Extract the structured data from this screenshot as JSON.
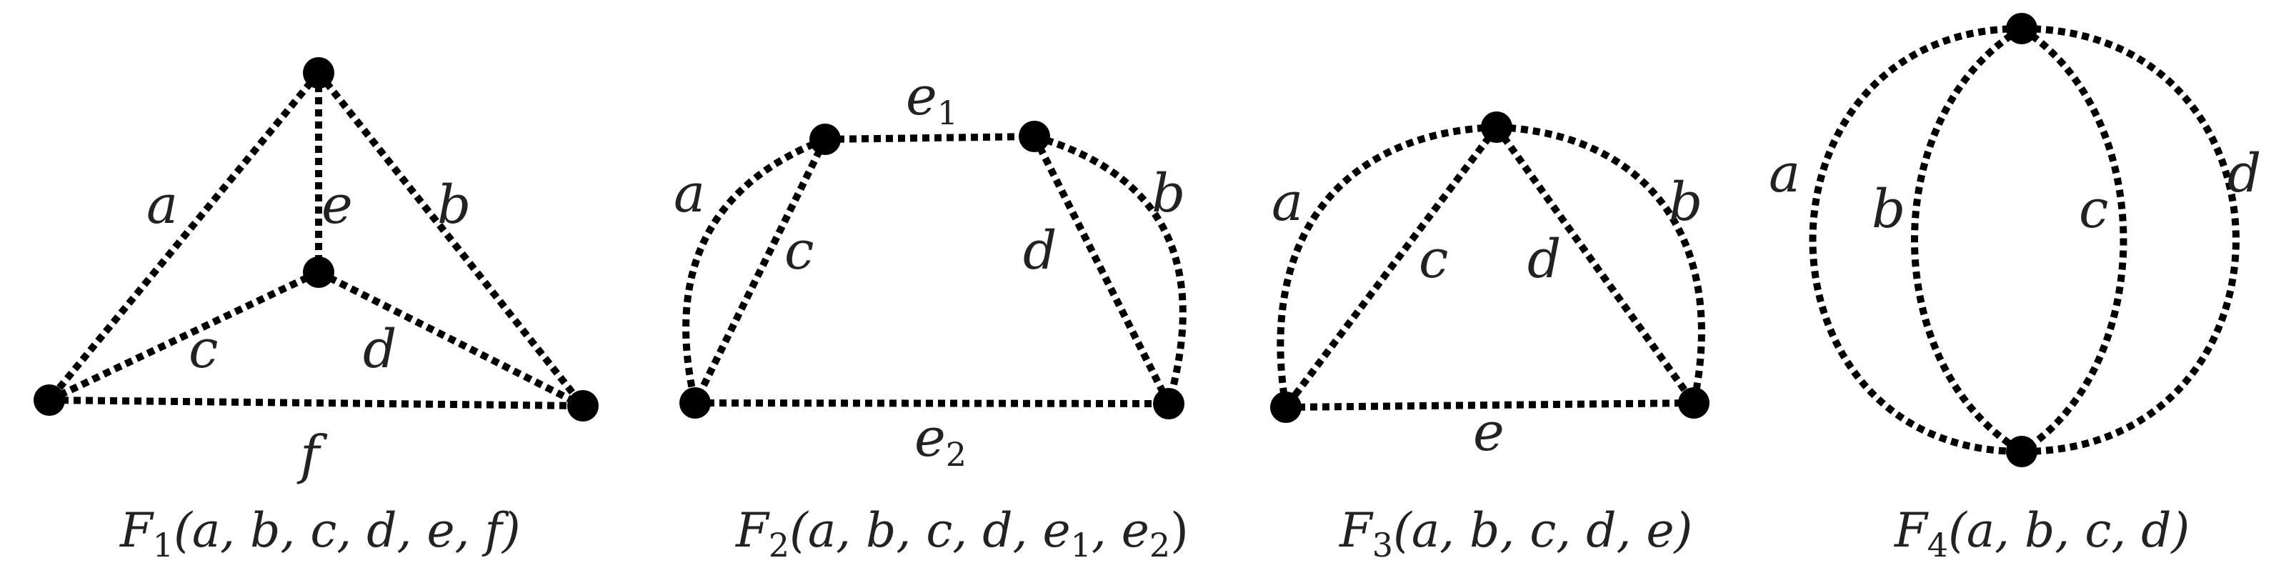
{
  "figures": [
    {
      "id": "F1",
      "caption": {
        "name": "F",
        "sub": "1",
        "args": "(a, b, c, d, e, f)"
      },
      "edges": [
        {
          "name": "a",
          "label": "a"
        },
        {
          "name": "b",
          "label": "b"
        },
        {
          "name": "c",
          "label": "c"
        },
        {
          "name": "d",
          "label": "d"
        },
        {
          "name": "e",
          "label": "e"
        },
        {
          "name": "f",
          "label": "f"
        }
      ]
    },
    {
      "id": "F2",
      "caption": {
        "name": "F",
        "sub": "2",
        "args_pre": "(a, b, c, d, e",
        "sub1": "1",
        "mid": ", e",
        "sub2": "2",
        "post": ")"
      },
      "edges": [
        {
          "name": "a",
          "label": "a"
        },
        {
          "name": "b",
          "label": "b"
        },
        {
          "name": "c",
          "label": "c"
        },
        {
          "name": "d",
          "label": "d"
        },
        {
          "name": "e1",
          "label": "e",
          "sub": "1"
        },
        {
          "name": "e2",
          "label": "e",
          "sub": "2"
        }
      ]
    },
    {
      "id": "F3",
      "caption": {
        "name": "F",
        "sub": "3",
        "args": "(a, b, c, d, e)"
      },
      "edges": [
        {
          "name": "a",
          "label": "a"
        },
        {
          "name": "b",
          "label": "b"
        },
        {
          "name": "c",
          "label": "c"
        },
        {
          "name": "d",
          "label": "d"
        },
        {
          "name": "e",
          "label": "e"
        }
      ]
    },
    {
      "id": "F4",
      "caption": {
        "name": "F",
        "sub": "4",
        "args": "(a, b, c, d)"
      },
      "edges": [
        {
          "name": "a",
          "label": "a"
        },
        {
          "name": "b",
          "label": "b"
        },
        {
          "name": "c",
          "label": "c"
        },
        {
          "name": "d",
          "label": "d"
        }
      ]
    }
  ]
}
